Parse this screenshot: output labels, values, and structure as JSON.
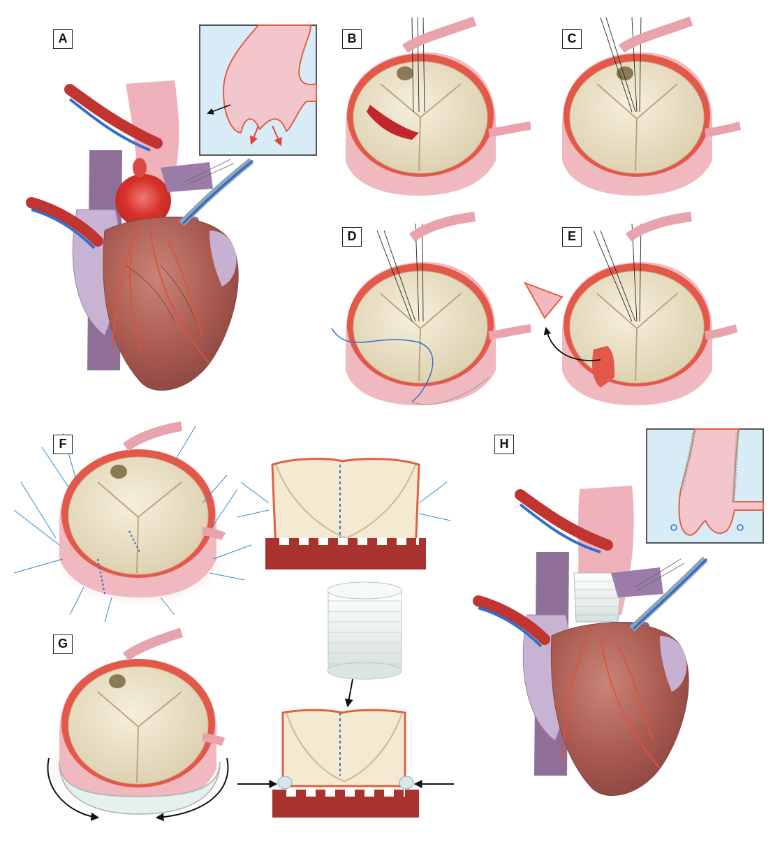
{
  "figure": {
    "panels": [
      {
        "id": "A",
        "label": "A"
      },
      {
        "id": "B",
        "label": "B"
      },
      {
        "id": "C",
        "label": "C"
      },
      {
        "id": "D",
        "label": "D"
      },
      {
        "id": "E",
        "label": "E"
      },
      {
        "id": "F",
        "label": "F"
      },
      {
        "id": "G",
        "label": "G"
      },
      {
        "id": "H",
        "label": "H"
      }
    ],
    "colors": {
      "tissue": "#f2c7cb",
      "tissue_edge": "#e0603f",
      "aorta_pink": "#f0b8bf",
      "heart_brown": "#b5695f",
      "vein_purple": "#9b7fa6",
      "artery_red": "#c53a32",
      "valve_cream": "#eee4cc",
      "inset_blue": "#d7ecf7",
      "suture_blue": "#2f8bd0",
      "graft_white": "#eef2f2"
    }
  }
}
